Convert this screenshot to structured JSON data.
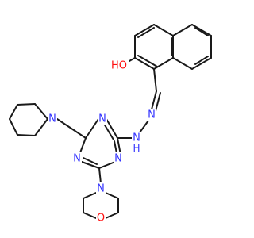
{
  "colors": {
    "bond": "#1a1a1a",
    "carbon": "#1a1a1a",
    "nitrogen": "#3333ff",
    "oxygen": "#ff0d0d",
    "background": "#ffffff"
  },
  "atom_labels": {
    "hydroxyl": "HO",
    "hydrazone_n1": "N",
    "hydrazone_n2": "N",
    "hydrazone_nh": "H",
    "triazine_n_top": "N",
    "triazine_n_left": "N",
    "triazine_n_bottom": "N",
    "piperidine_n": "N",
    "morpholine_n": "N",
    "morpholine_o": "O"
  }
}
